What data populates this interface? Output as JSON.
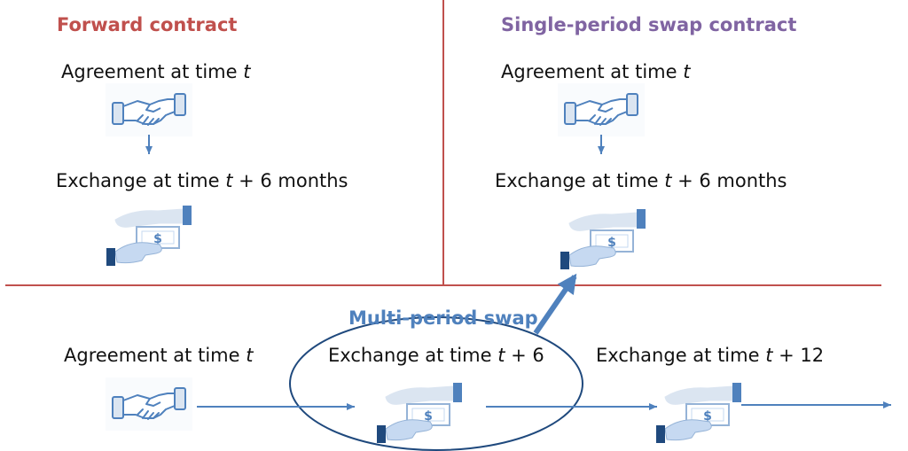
{
  "headers": {
    "forward": "Forward contract",
    "single": "Single-period swap contract",
    "multi": "Multi-period swap"
  },
  "labels": {
    "fwd_agreement": "Agreement at time ",
    "fwd_exchange_a": "Exchange at time ",
    "fwd_exchange_b": " + 6 months",
    "sgl_agreement": "Agreement at time ",
    "sgl_exchange_a": "Exchange at time ",
    "sgl_exchange_b": " + 6 months",
    "mp_agreement": "Agreement at time ",
    "mp_ex6_a": "Exchange at time ",
    "mp_ex6_b": " + 6",
    "mp_ex12_a": "Exchange at time ",
    "mp_ex12_b": " + 12",
    "var_t": "t"
  },
  "colors": {
    "forward_header": "#c0504d",
    "single_header": "#8064a2",
    "multi_header": "#4f81bd",
    "divider": "#c0504d",
    "icon_line": "#4f81bd",
    "icon_fill": "#dbe5f1",
    "arrow": "#4f81bd",
    "ellipse": "#1f497d"
  },
  "icons": {
    "agreement": "handshake-icon",
    "exchange": "money-exchange-icon"
  }
}
